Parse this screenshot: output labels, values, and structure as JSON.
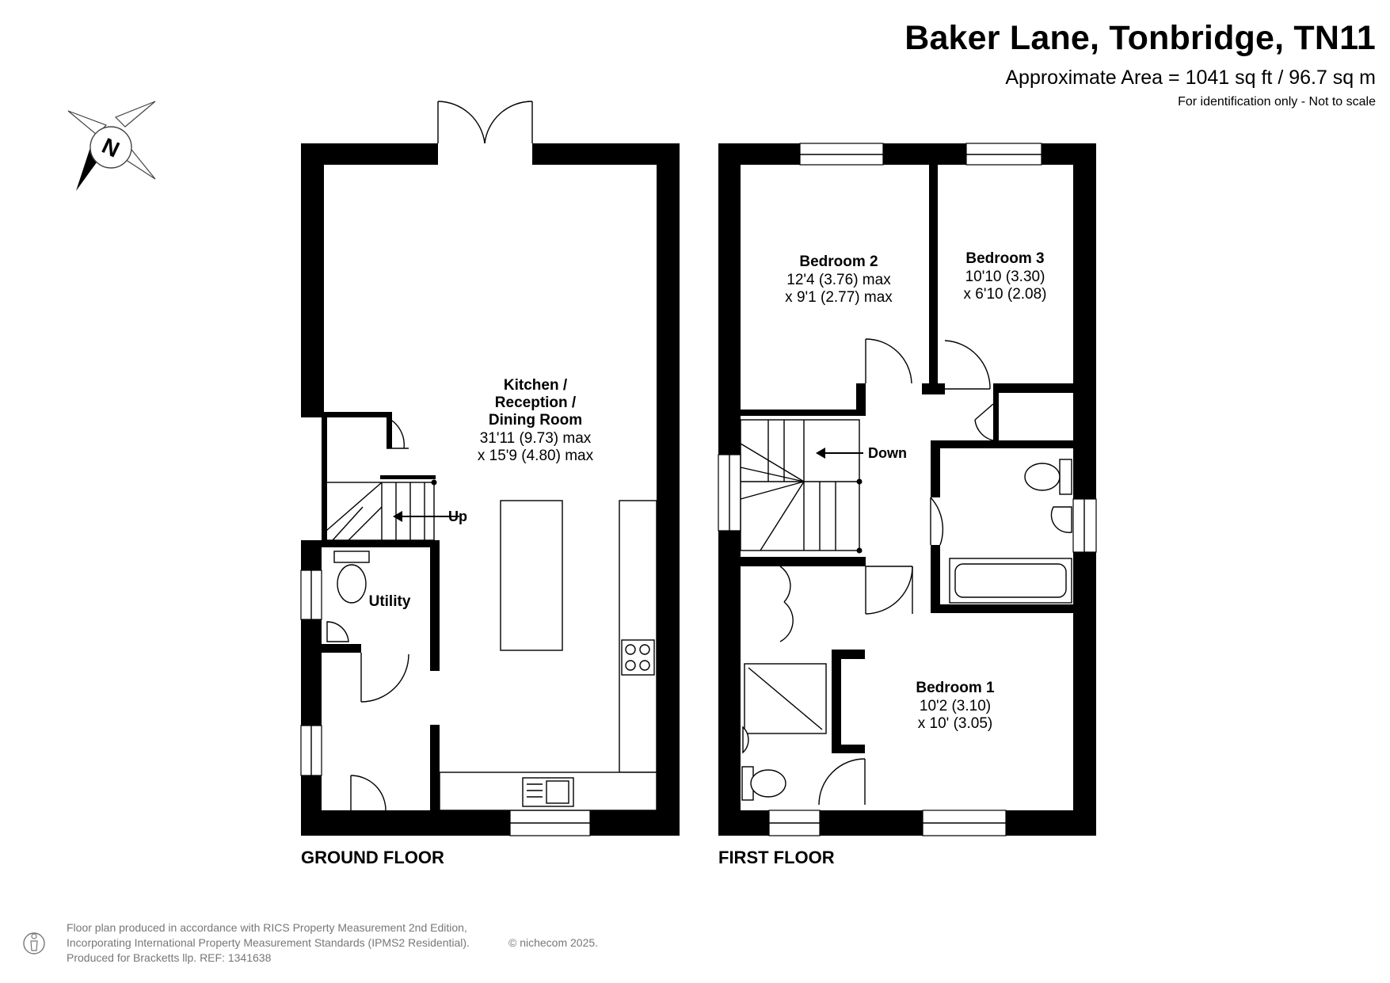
{
  "header": {
    "title": "Baker Lane, Tonbridge, TN11",
    "area": "Approximate Area = 1041 sq ft / 96.7 sq m",
    "disclaimer": "For identification only - Not to scale"
  },
  "compass": {
    "label": "N",
    "icon": "compass-rose-icon"
  },
  "floors": [
    {
      "name": "GROUND FLOOR",
      "rooms": [
        {
          "name_lines": [
            "Kitchen /",
            "Reception /",
            "Dining Room"
          ],
          "dims": [
            "31'11 (9.73) max",
            "x 15'9 (4.80) max"
          ]
        },
        {
          "name_lines": [
            "Utility"
          ],
          "dims": []
        }
      ],
      "stair_label": "Up"
    },
    {
      "name": "FIRST FLOOR",
      "rooms": [
        {
          "name_lines": [
            "Bedroom 2"
          ],
          "dims": [
            "12'4 (3.76) max",
            "x 9'1 (2.77) max"
          ]
        },
        {
          "name_lines": [
            "Bedroom 3"
          ],
          "dims": [
            "10'10 (3.30)",
            "x 6'10 (2.08)"
          ]
        },
        {
          "name_lines": [
            "Bedroom 1"
          ],
          "dims": [
            "10'2 (3.10)",
            "x 10' (3.05)"
          ]
        }
      ],
      "stair_label": "Down"
    }
  ],
  "footer": {
    "line1": "Floor plan produced in accordance with RICS Property Measurement 2nd Edition,",
    "line2": "Incorporating International Property Measurement Standards (IPMS2 Residential).",
    "line3": "Produced for Bracketts llp.   REF:  1341638",
    "copyright": "© nichecom 2025.",
    "icon": "person-scale-icon"
  },
  "colors": {
    "wall": "#000000",
    "background": "#ffffff",
    "footer_text": "#777777"
  }
}
